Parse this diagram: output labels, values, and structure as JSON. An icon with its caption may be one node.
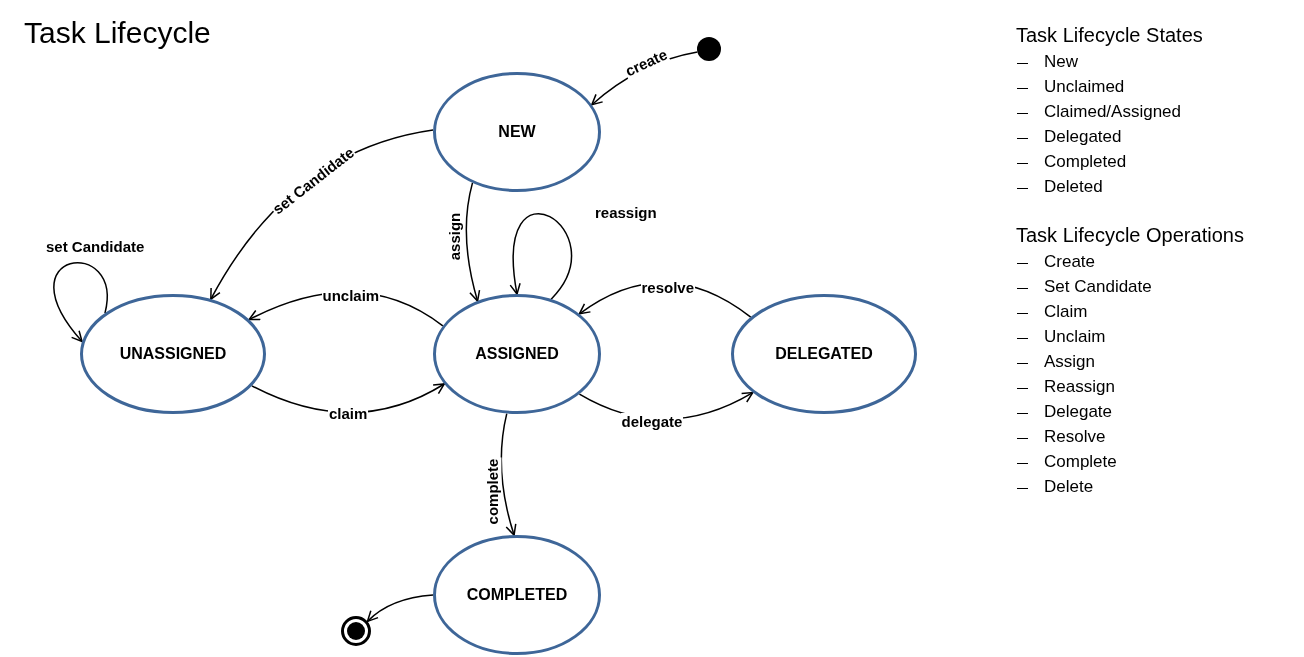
{
  "diagram": {
    "title": "Task Lifecycle",
    "nodes": [
      {
        "text": [],
        "shape": "circle"
      },
      {
        "text": [
          "NEW"
        ]
      },
      {
        "text": [
          "UNASSIGNED"
        ]
      },
      {
        "text": [
          "ASSIGNED"
        ]
      },
      {
        "text": [
          "DELEGATED"
        ]
      },
      {
        "text": [
          "COMPLETED"
        ]
      },
      {
        "text": [],
        "shape": "bullseye"
      }
    ],
    "edges": [
      {
        "from": 0,
        "to": 1,
        "arrow": "to",
        "label": "create"
      },
      {
        "from": 1,
        "to": 2,
        "arrow": "to",
        "label": "set Candidate"
      },
      {
        "from": 1,
        "to": 3,
        "arrow": "to",
        "label": "assign"
      },
      {
        "from": 3,
        "to": 3,
        "arrow": "to",
        "label": "reassign"
      },
      {
        "from": 2,
        "to": 2,
        "arrow": "to",
        "label": "set Candidate"
      },
      {
        "from": 3,
        "to": 2,
        "arrow": "to",
        "label": "unclaim"
      },
      {
        "from": 2,
        "to": 3,
        "arrow": "to",
        "label": "claim"
      },
      {
        "from": 4,
        "to": 3,
        "arrow": "to",
        "label": "resolve"
      },
      {
        "from": 3,
        "to": 4,
        "arrow": "to",
        "label": "delegate"
      },
      {
        "from": 3,
        "to": 5,
        "arrow": "to",
        "label": "complete"
      },
      {
        "from": 5,
        "to": 6,
        "arrow": "to"
      }
    ],
    "labels": [
      "Task Lifecycle States",
      "New",
      "Unclaimed",
      "Claimed/Assigned",
      "Delegated",
      "Completed",
      "Deleted",
      "Task Lifecycle Operations",
      "Create",
      "Set Candidate",
      "Claim",
      "Unclaim",
      "Assign",
      "Reassign",
      "Delegate",
      "Resolve",
      "Complete",
      "Delete"
    ]
  }
}
